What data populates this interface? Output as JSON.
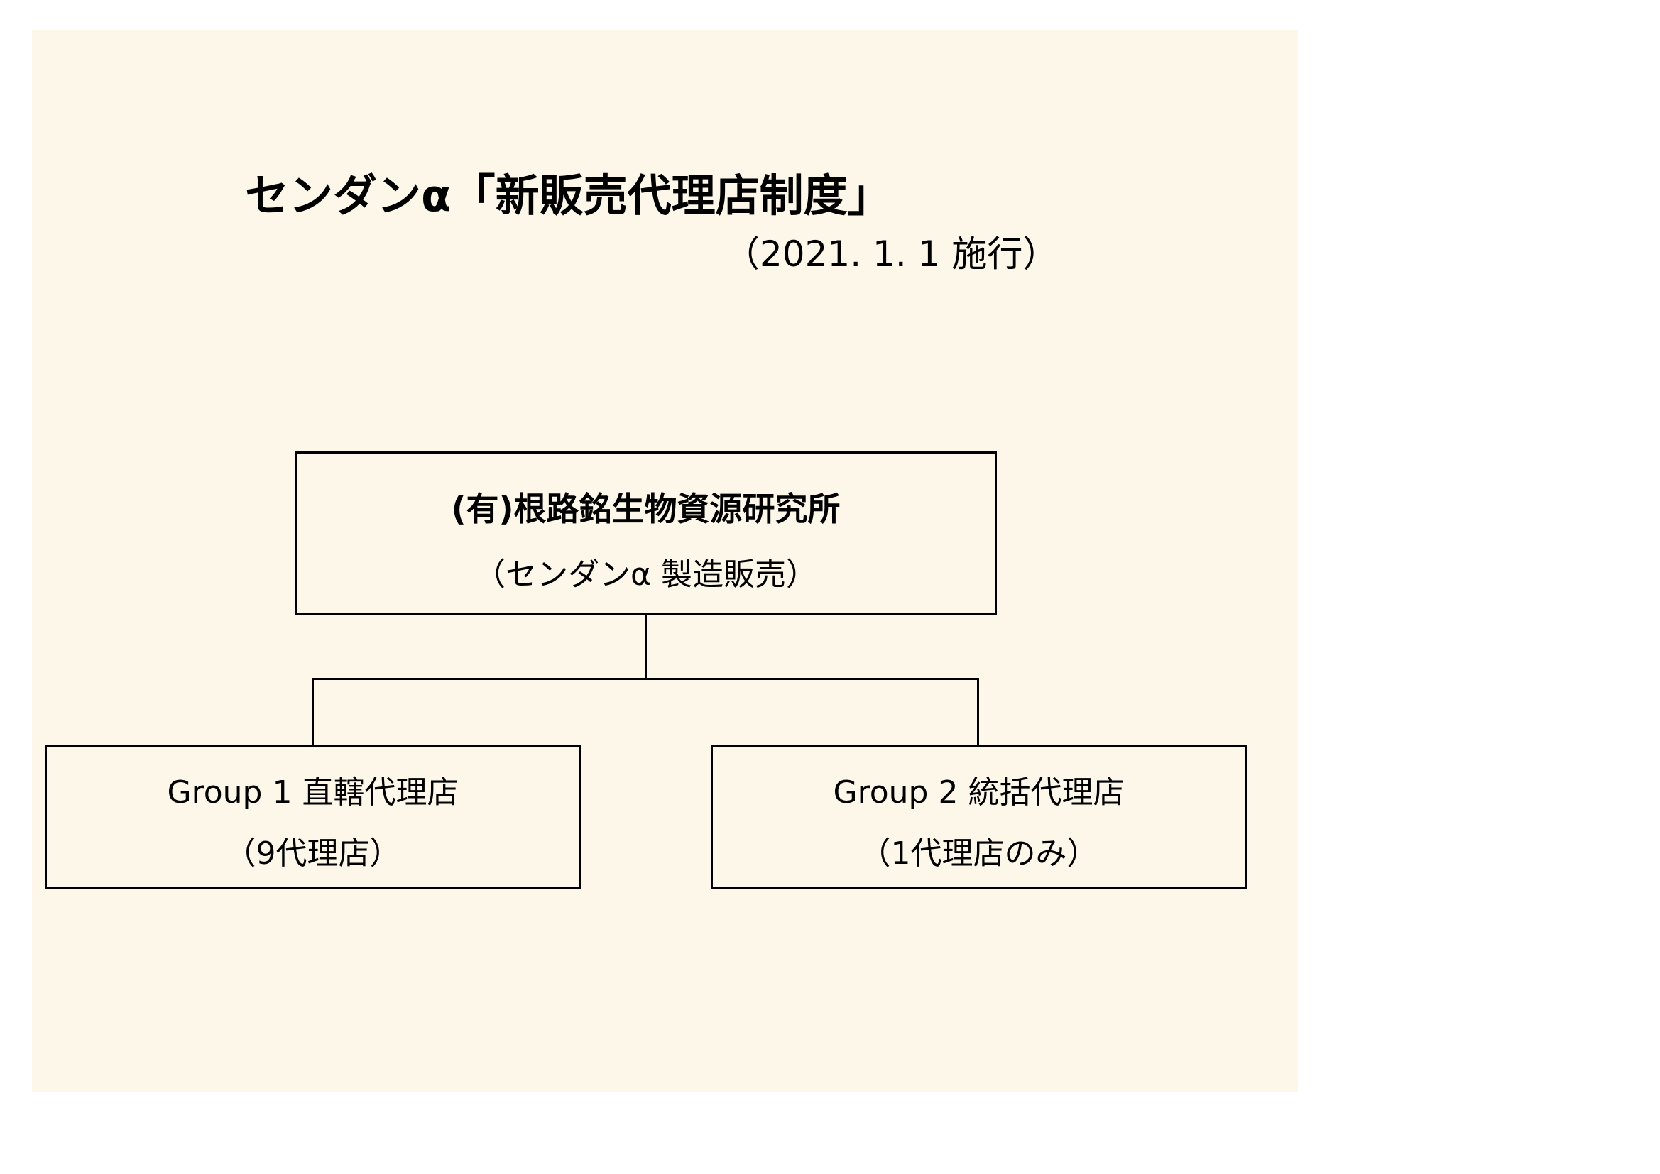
{
  "title": "センダンα「新販売代理店制度」",
  "effective_date": "（2021. 1. 1 施行）",
  "top_node": {
    "name": "(有)根路銘生物資源研究所",
    "role": "（センダンα 製造販売）"
  },
  "groups": [
    {
      "name": "Group 1 直轄代理店",
      "detail": "（9代理店）"
    },
    {
      "name": "Group 2 統括代理店",
      "detail": "（1代理店のみ）"
    }
  ],
  "colors": {
    "background": "#fdf7ea",
    "line": "#000000"
  }
}
